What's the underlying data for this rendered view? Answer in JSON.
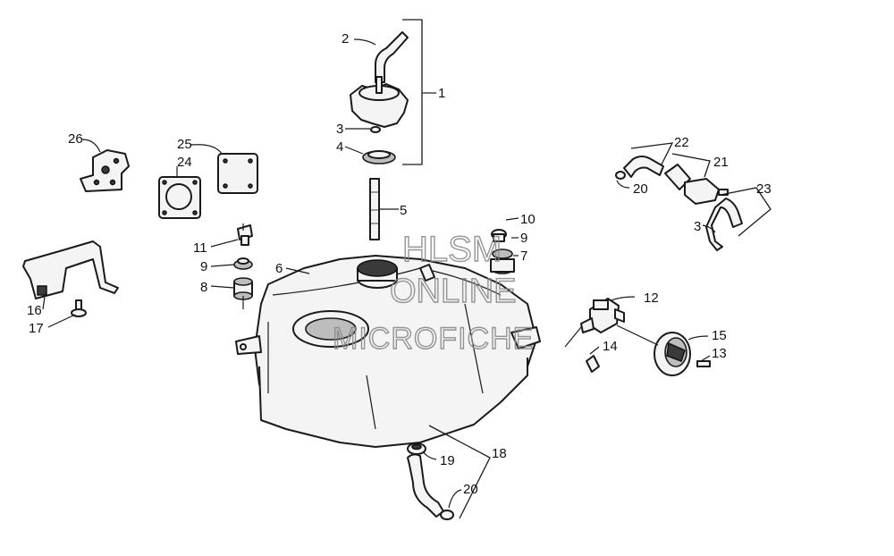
{
  "callouts": {
    "c1": "1",
    "c2": "2",
    "c3a": "3",
    "c3b": "3",
    "c4": "4",
    "c5": "5",
    "c6": "6",
    "c7": "7",
    "c8": "8",
    "c9a": "9",
    "c9b": "9",
    "c10": "10",
    "c11": "11",
    "c12": "12",
    "c13": "13",
    "c14": "14",
    "c15": "15",
    "c16": "16",
    "c17": "17",
    "c18": "18",
    "c19": "19",
    "c20a": "20",
    "c20b": "20",
    "c21": "21",
    "c22": "22",
    "c23": "23",
    "c24": "24",
    "c25": "25",
    "c26": "26"
  },
  "watermark": {
    "line1": "HLSM",
    "line2": "ONLINE",
    "line3": "MICROFICHE"
  }
}
